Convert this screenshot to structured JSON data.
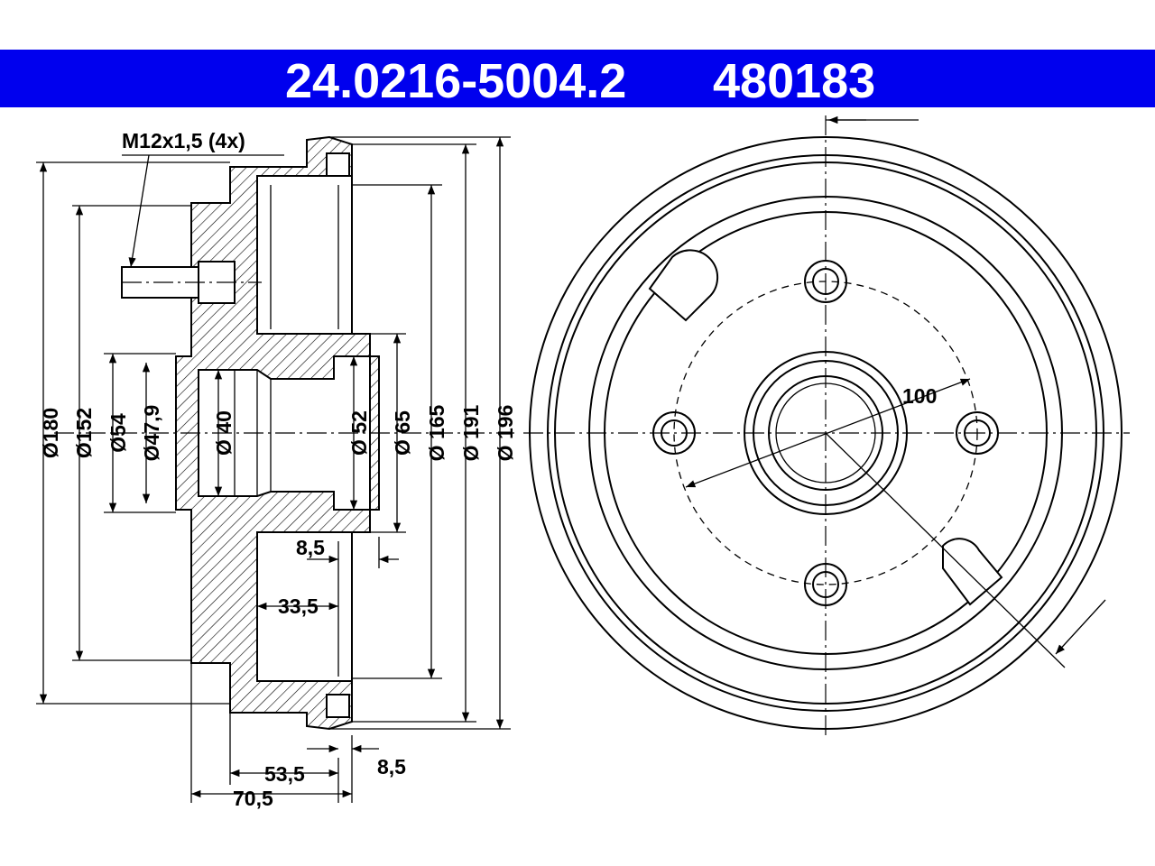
{
  "header": {
    "part_number": "24.0216-5004.2",
    "ref_number": "480183",
    "background_color": "#0000ee",
    "text_color": "#ffffff"
  },
  "side_view": {
    "thread_label": "M12x1,5 (4x)",
    "diameters": {
      "d180": "Ø180",
      "d152": "Ø152",
      "d54": "Ø54",
      "d47_9": "Ø47,9",
      "d40": "Ø 40",
      "d52": "Ø 52",
      "d65": "Ø 65",
      "d165": "Ø 165",
      "d191": "Ø 191",
      "d196": "Ø 196"
    },
    "lengths": {
      "l8_5_top": "8,5",
      "l33_5": "33,5",
      "l53_5": "53,5",
      "l8_5_bottom": "8,5",
      "l70_5": "70,5"
    }
  },
  "front_view": {
    "pcd_label": "100"
  }
}
